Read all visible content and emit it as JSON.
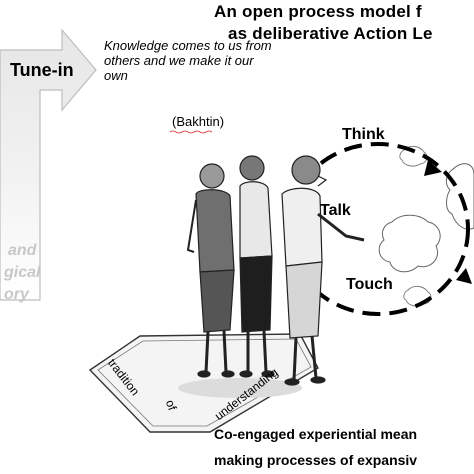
{
  "title": {
    "line1": "An open process model f",
    "line2": "as deliberative Action Le"
  },
  "arrow": {
    "label": "Tune-in"
  },
  "quote": {
    "text": "Knowledge comes to us from others and we make it our own",
    "source": "(Bakhtin)"
  },
  "cycle": {
    "items": [
      "Think",
      "Talk",
      "Touch"
    ]
  },
  "faded_text": [
    "and",
    "gical",
    "ory"
  ],
  "mat": {
    "words": [
      "tradition",
      "of",
      "understanding"
    ]
  },
  "footer": {
    "line1": "Co-engaged experiential mean",
    "line2": "making processes of expansiv"
  }
}
